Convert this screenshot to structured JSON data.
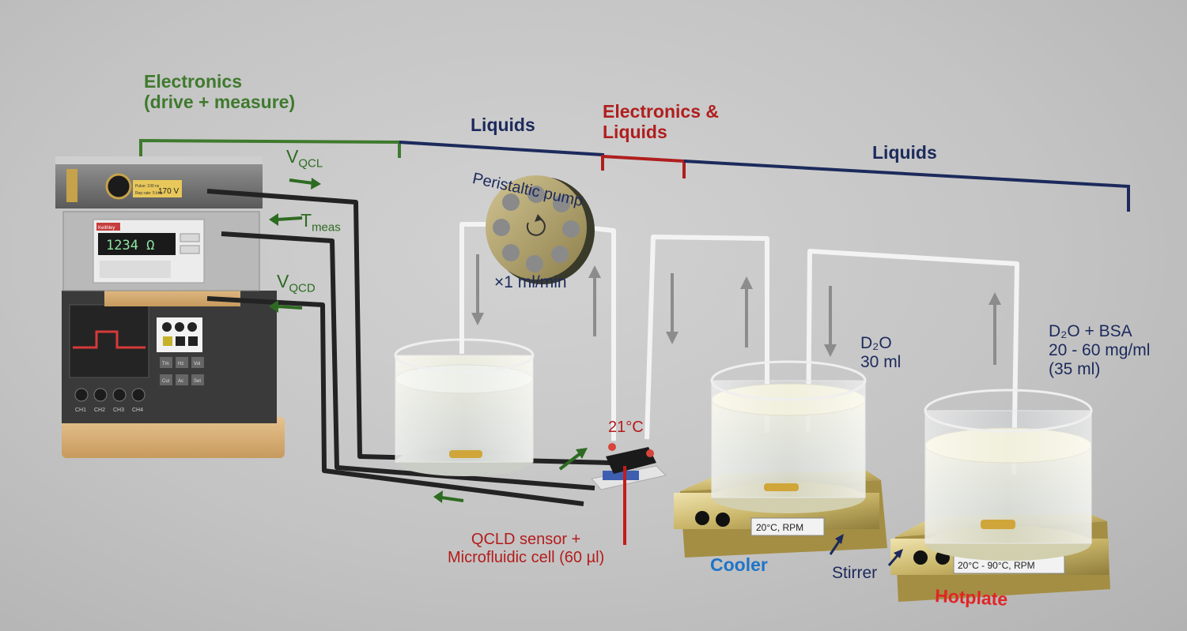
{
  "sections": {
    "electronics": [
      "Electronics",
      "(drive + measure)"
    ],
    "liquids_left": "Liquids",
    "electronics_liquids": [
      "Electronics &",
      "Liquids"
    ],
    "liquids_right": "Liquids"
  },
  "signals": {
    "v_qcl": {
      "main": "V",
      "sub": "QCL"
    },
    "t_meas": {
      "main": "T",
      "sub": "meas"
    },
    "v_qcd": {
      "main": "V",
      "sub": "QCD"
    }
  },
  "instruments": {
    "driver_display": "170 V",
    "driver_display_small": [
      "Pulse: 100 ns",
      "Rep rate: 5 kHz"
    ],
    "meter_brand": "Keithley",
    "meter_display": "1234 Ω",
    "scope_buttons": [
      "Tm",
      "Hz",
      "Vol",
      "Cur",
      "Ac",
      "Set"
    ],
    "scope_channels": [
      "CH1",
      "CH2",
      "CH3",
      "CH4"
    ]
  },
  "pump": {
    "title": "Peristaltic pump",
    "rate": "×1 ml/min"
  },
  "sensor": {
    "temperature": "21°C",
    "label": [
      "QCLD sensor +",
      "Microfluidic cell (60 µl)"
    ]
  },
  "beaker_d2o": {
    "label": [
      "D₂O",
      "30 ml"
    ]
  },
  "beaker_bsa": {
    "label": [
      "D₂O + BSA",
      "20 - 60 mg/ml",
      "(35 ml)"
    ]
  },
  "cooler": {
    "name": "Cooler",
    "display": "20°C, RPM"
  },
  "hotplate": {
    "name": "Hotplate",
    "display": "20°C - 90°C, RPM"
  },
  "stirrer": "Stirrer",
  "colors": {
    "electronics": "#3f7a2e",
    "liquids": "#1c2a5c",
    "electronics_liquids": "#b01e1e",
    "cooler": "#1f74c8",
    "hotplate": "#e22424"
  }
}
